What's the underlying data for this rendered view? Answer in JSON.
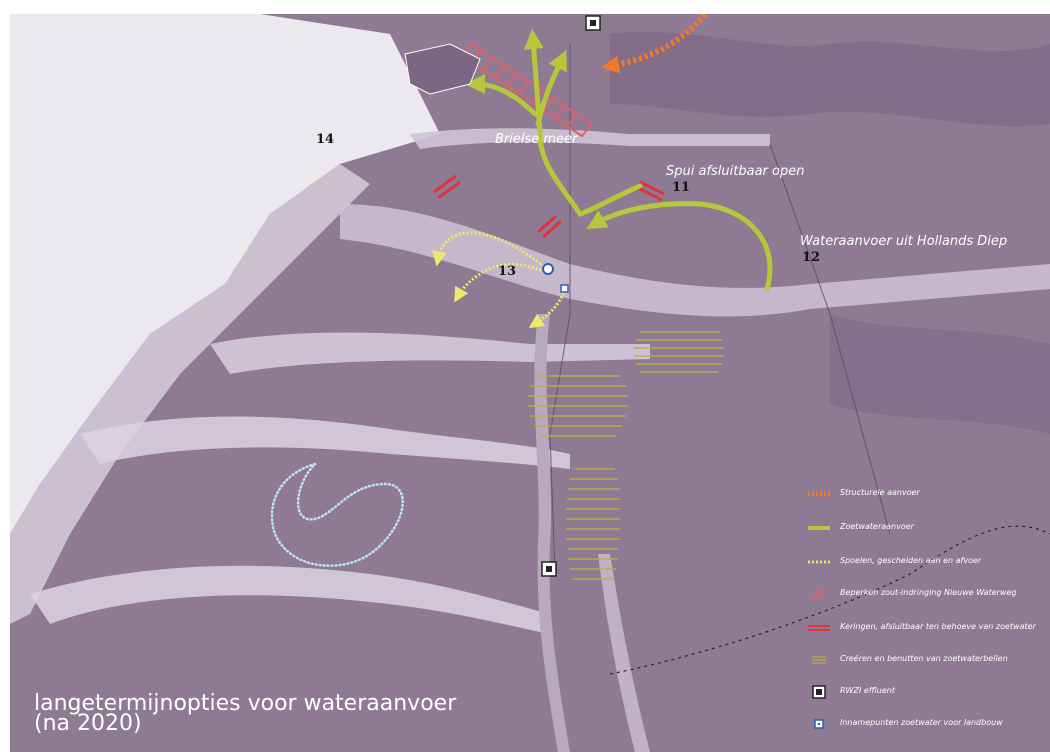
{
  "map_labels": {
    "brielse_meer": "Brielse meer",
    "spui": "Spui afsluitbaar open",
    "hollands_diep": "Wateraanvoer uit Hollands Diep"
  },
  "numbers": {
    "n11": "11",
    "n12": "12",
    "n13": "13",
    "n14": "14"
  },
  "title": {
    "line1": "langetermijnopties voor wateraanvoer",
    "line2": "(na 2020)"
  },
  "legend": {
    "items": [
      {
        "label": "Structurele aanvoer"
      },
      {
        "label": "Zoetwateraanvoer"
      },
      {
        "label": "Spoelen, gescheiden aan en afvoer"
      },
      {
        "label": "Beperken zout-indringing Nieuwe Waterweg"
      },
      {
        "label": "Keringen, afsluitbaar ten behoeve van zoetwater"
      },
      {
        "label": "Creëren en benutten van zoetwaterbellen"
      },
      {
        "label": "RWZI effluent"
      },
      {
        "label": "Innamepunten zoetwater voor landbouw"
      }
    ]
  },
  "colors": {
    "land": "#8e7a93",
    "land_dark": "#6f5a78",
    "sea": "#ebe8ee",
    "water_light": "#d7cedb",
    "structural_supply": "#f07a2a",
    "freshwater_supply": "#b6c73c",
    "flushing": "#ece96b",
    "salt_limit": "#e0606a",
    "barrier": "#e0343c",
    "freshwater_bubbles": "#c2ae3c",
    "intake_point": "#2f5fb0",
    "dotted_loop": "#bfe2f2"
  }
}
